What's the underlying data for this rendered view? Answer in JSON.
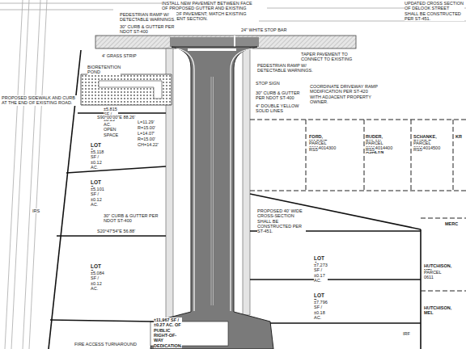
{
  "diagram": {
    "nodes": [
      {
        "text": [
          "BIORETENTION POND",
          "±5,815 SF / ±0.13 AC. OPEN SPACE"
        ]
      },
      {
        "text": [
          "LOT 1",
          "±5,118 SF / ±0.12 AC."
        ]
      },
      {
        "text": [
          "FORD, MAGGIE",
          "PARCEL 06114014300",
          "RS5"
        ]
      },
      {
        "text": [
          "RUDER, DYLAN & ASHLYN",
          "PARCEL 06114014400",
          "RS5"
        ]
      },
      {
        "text": [
          "SCHANKE, PAIGE E.",
          "PARCEL 06114014500",
          "RS5"
        ]
      },
      {
        "text": [
          "KR"
        ]
      },
      {
        "text": [
          "LOT 2",
          "±5,101 SF / ±0.12 AC."
        ]
      },
      {
        "text": [
          "MERC"
        ]
      },
      {
        "text": [
          "LOT 3",
          "±5,084 SF / ±0.12 AC."
        ]
      },
      {
        "text": [
          "LOT 4",
          "±7,273 SF / ±0.17 AC."
        ]
      },
      {
        "text": [
          "HUTCHISON, MEL",
          "PARCEL 0611"
        ]
      },
      {
        "text": [
          "LOT 5",
          "±7,796 SF / ±0.18 AC."
        ]
      },
      {
        "text": [
          "HUTCHISON, MEL"
        ]
      },
      {
        "text": [
          "±11,967 SF / ±0.27 AC. OF PUBLIC RIGHT-OF-WAY DEDICATION."
        ]
      }
    ],
    "labels": [
      "INSTALL NEW PAVEMENT BETWEEN FACE OF PROPOSED GUTTER AND EXISTING EDGE OF PAVEMENT; MATCH EXISTING PAVEMENT SECTION.",
      "PEDESTRIAN RAMP W/ DETECTABLE WARNINGS.",
      "30\" CURB & GUTTER PER NDOT ST-400",
      "24\" WHITE STOP BAR",
      "UPDATED CROSS SECTION OF DELOOK STREET SHALL BE CONSTRUCTED PER ST-451.",
      "4' GRASS STRIP",
      "PROPOSED SIDEWALK AND CURB AT THE END OF EXISTING ROAD.",
      "TAPER PAVEMENT TO CONNECT TO EXISTING ROAD.",
      "PEDESTRIAN RAMP W/ DETECTABLE WARNINGS.",
      "COORDINATE DRIVEWAY RAMP MODIFICATION PER ST-420 WITH ADJACENT PROPERTY OWNER.",
      "STOP SIGN",
      "30\" CURB & GUTTER PER NDOT ST-400",
      "4\" DOUBLE YELLOW SOLID LINES",
      "L=11.29'",
      "R=15.00'",
      "L=14.07'",
      "R=15.00'",
      "CH=14.22'",
      "S90°00'00\"E 88.26'",
      "S20°47'54\"E 56.88'",
      "PROPOSED 40' WIDE CROSS-SECTION SHALL BE CONSTRUCTED PER ST-451.",
      "30\" CURB & GUTTER PER NDOT ST-400",
      "FIRE ACCESS TURNAROUND",
      "IRS",
      "IRF"
    ]
  }
}
